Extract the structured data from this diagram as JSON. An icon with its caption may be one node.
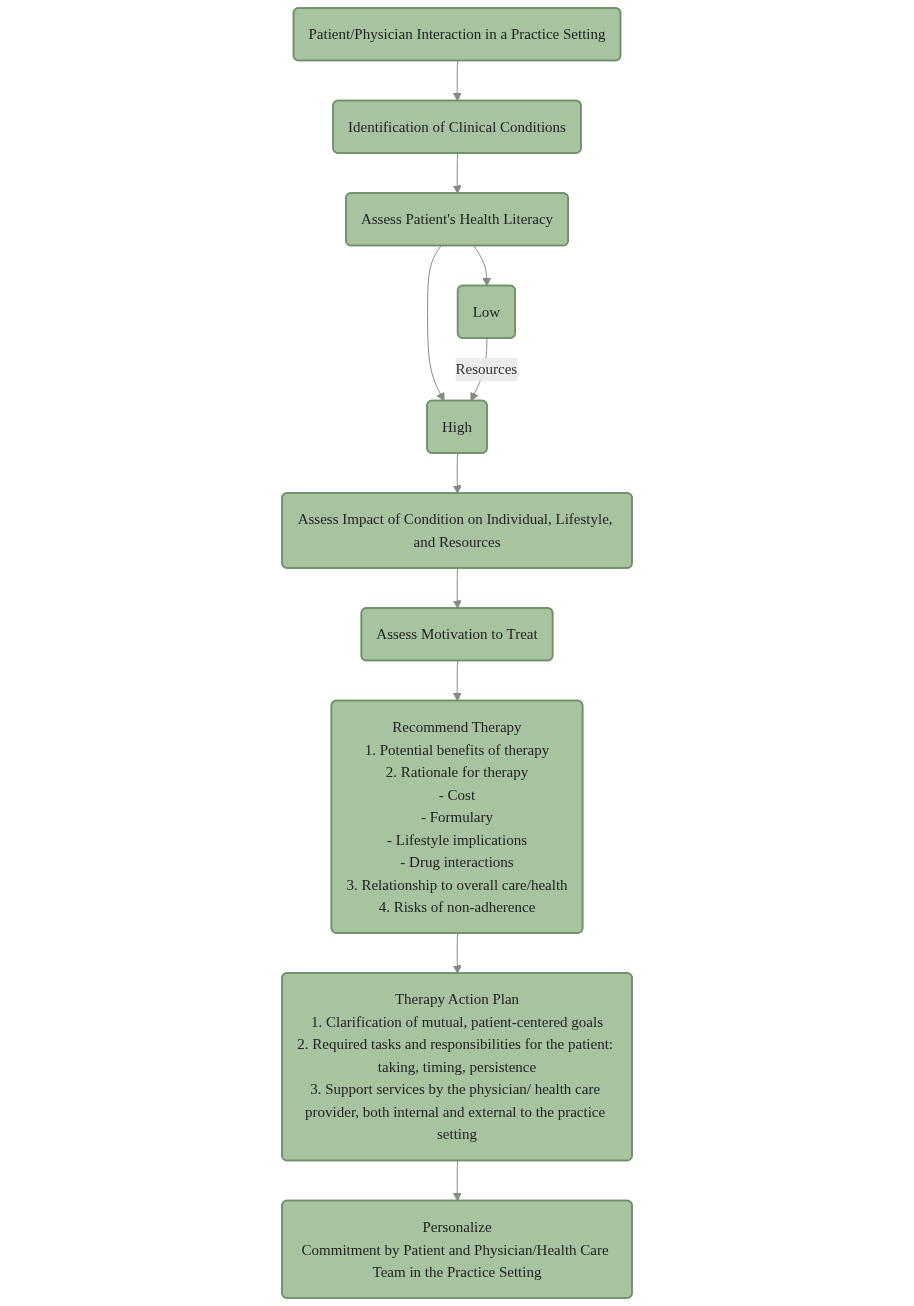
{
  "diagram": {
    "nodes": [
      {
        "text": [
          "Patient/Physician Interaction in a Practice Setting"
        ]
      },
      {
        "text": [
          "Identification of Clinical Conditions"
        ]
      },
      {
        "text": [
          "Assess Patient's Health Literacy"
        ]
      },
      {
        "text": [
          "High"
        ]
      },
      {
        "text": [
          "Low"
        ]
      },
      {
        "text": [
          "Assess Impact of Condition on Individual, Lifestyle, and Resources"
        ]
      },
      {
        "text": [
          "Assess Motivation to Treat"
        ]
      },
      {
        "text": [
          "Recommend Therapy",
          "1. Potential benefits of therapy",
          "2. Rationale for therapy",
          "- Cost",
          "- Formulary",
          "- Lifestyle implications",
          "- Drug interactions",
          "3. Relationship to overall care/health",
          "4. Risks of non-adherence"
        ]
      },
      {
        "text": [
          "Therapy Action Plan",
          "1. Clarification of mutual, patient-centered goals",
          "2. Required tasks and responsibilities for the patient: taking, timing, persistence",
          "3. Support services by the physician/ health care provider, both internal and external to the practice setting"
        ]
      },
      {
        "text": [
          "Personalize",
          "Commitment by Patient and Physician/Health Care Team in the Practice Setting"
        ]
      }
    ],
    "edges": [
      {
        "from": 0,
        "to": 1,
        "arrow": "to"
      },
      {
        "from": 1,
        "to": 2,
        "arrow": "to"
      },
      {
        "from": 2,
        "to": 3,
        "arrow": "to"
      },
      {
        "from": 2,
        "to": 4,
        "arrow": "to"
      },
      {
        "from": 4,
        "to": 3,
        "arrow": "to",
        "label": "Resources"
      },
      {
        "from": 3,
        "to": 5,
        "arrow": "to"
      },
      {
        "from": 5,
        "to": 6,
        "arrow": "to"
      },
      {
        "from": 6,
        "to": 7,
        "arrow": "to"
      },
      {
        "from": 7,
        "to": 8,
        "arrow": "to"
      },
      {
        "from": 8,
        "to": 9,
        "arrow": "to"
      }
    ]
  }
}
